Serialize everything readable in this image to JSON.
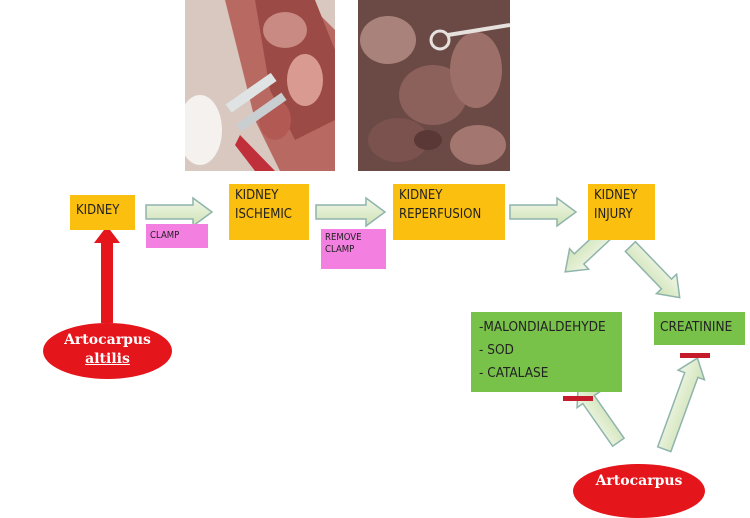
{
  "nodes": {
    "kidney": "KIDNEY",
    "kidney_ischemic": "KIDNEY\nISCHEMIC",
    "kidney_reperfusion": "KIDNEY\nREPERFUSION",
    "kidney_injury": "KIDNEY\nINJURY"
  },
  "edge_labels": {
    "clamp": "CLAMP",
    "remove_clamp": "REMOVE\nCLAMP"
  },
  "markers": {
    "list": "-MALONDIALDEHYDE\n- SOD\n- CATALASE",
    "creatinine": "CREATININE"
  },
  "treatment": {
    "top_line1": "Artocarpus",
    "top_line2": "altilis",
    "bottom": "Artocarpus"
  },
  "colors": {
    "node": "#fbbf0f",
    "edge_label": "#f37fe0",
    "marker": "#79c24a",
    "treatment": "#e5151c",
    "arrow_fill": "#e3f0cf",
    "arrow_stroke": "#8fb4ad",
    "inhibit_bar": "#c41c2b"
  }
}
